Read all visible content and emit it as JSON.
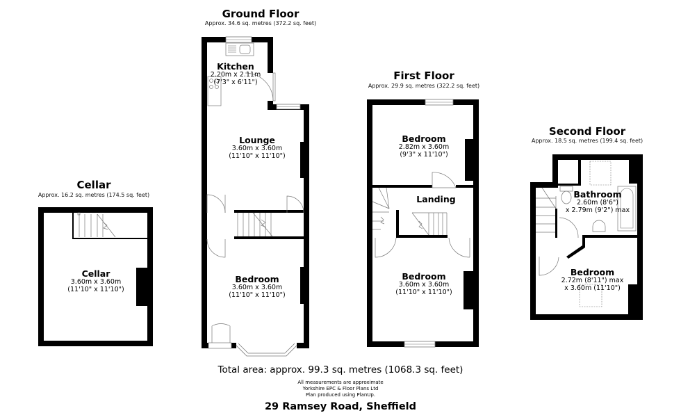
{
  "property": {
    "address": "29 Ramsey Road, Sheffield",
    "total_area": "Total area: approx. 99.3 sq. metres (1068.3 sq. feet)",
    "notes": [
      "All measurements are approximate",
      "Yorkshire EPC & Floor Plans  Ltd",
      "Plan produced using PlanUp."
    ]
  },
  "floors": {
    "cellar": {
      "title": "Cellar",
      "area": "Approx. 16.2 sq. metres (174.5 sq. feet)",
      "rooms": [
        {
          "name": "Cellar",
          "dim_m": "3.60m x 3.60m",
          "dim_ft": "(11'10\" x 11'10\")"
        }
      ]
    },
    "ground": {
      "title": "Ground Floor",
      "area": "Approx. 34.6 sq. metres (372.2 sq. feet)",
      "rooms": [
        {
          "name": "Kitchen",
          "dim_m": "2.20m x 2.11m",
          "dim_ft": "(7'3\" x 6'11\")"
        },
        {
          "name": "Lounge",
          "dim_m": "3.60m x 3.60m",
          "dim_ft": "(11'10\" x 11'10\")"
        },
        {
          "name": "Bedroom",
          "dim_m": "3.60m x 3.60m",
          "dim_ft": "(11'10\" x 11'10\")"
        }
      ]
    },
    "first": {
      "title": "First Floor",
      "area": "Approx. 29.9 sq. metres (322.2 sq. feet)",
      "rooms": [
        {
          "name": "Bedroom",
          "dim_m": "2.82m x 3.60m",
          "dim_ft": "(9'3\" x 11'10\")"
        },
        {
          "name": "Landing"
        },
        {
          "name": "Bedroom",
          "dim_m": "3.60m x 3.60m",
          "dim_ft": "(11'10\" x 11'10\")"
        }
      ]
    },
    "second": {
      "title": "Second Floor",
      "area": "Approx. 18.5 sq. metres (199.4 sq. feet)",
      "rooms": [
        {
          "name": "Bathroom",
          "dim_m": "2.60m (8'6\")",
          "dim_ft": "x 2.79m (9'2\") max"
        },
        {
          "name": "Bedroom",
          "dim_m": "2.72m (8'11\") max",
          "dim_ft": "x 3.60m (11'10\")"
        }
      ]
    }
  },
  "colors": {
    "wall": "#000000",
    "fixture": "#555555",
    "background": "#ffffff"
  }
}
